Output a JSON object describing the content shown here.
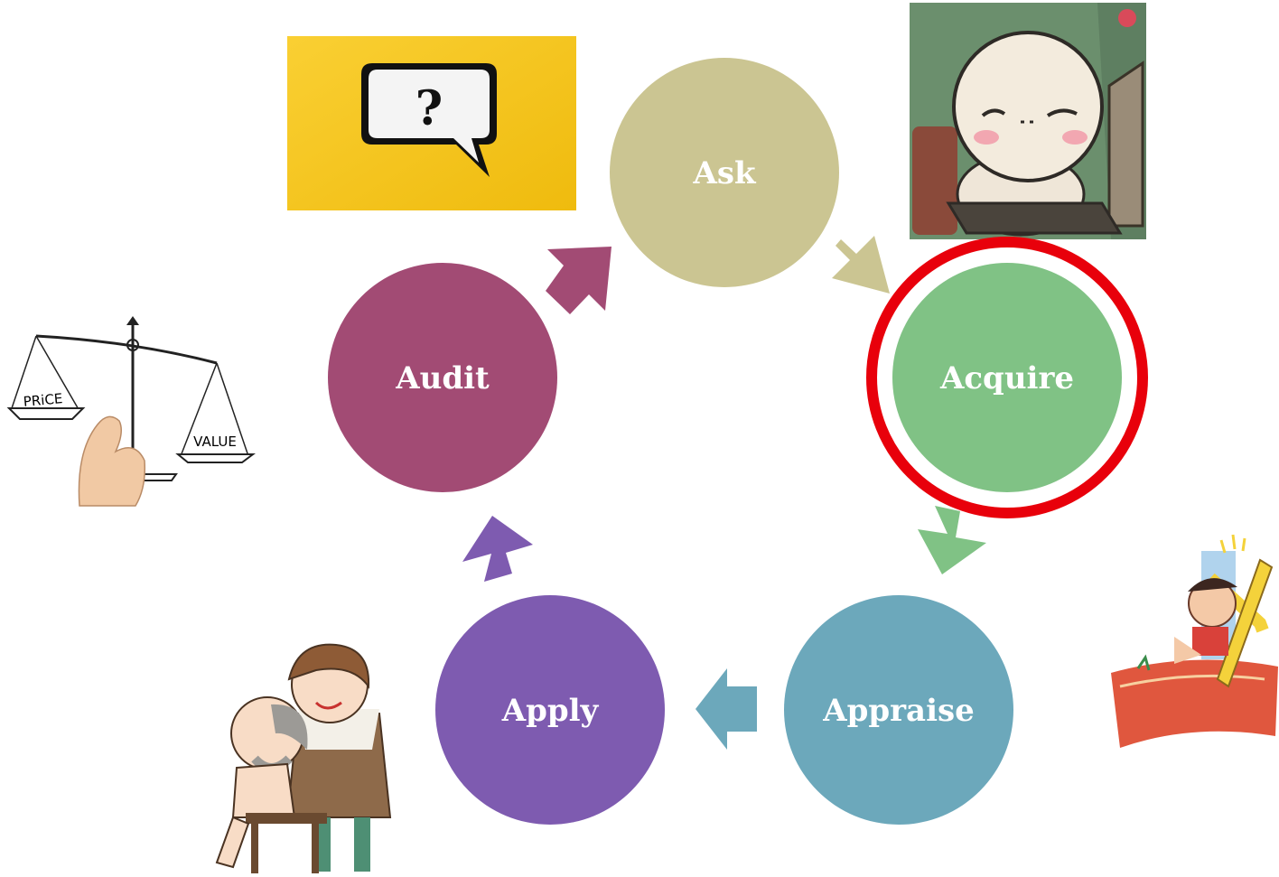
{
  "diagram": {
    "nodes": [
      {
        "id": "ask",
        "label": "Ask",
        "color": "#CBC592"
      },
      {
        "id": "acquire",
        "label": "Acquire",
        "color": "#80C285",
        "highlighted": true
      },
      {
        "id": "appraise",
        "label": "Appraise",
        "color": "#6CA8BB"
      },
      {
        "id": "apply",
        "label": "Apply",
        "color": "#7E5BB0"
      },
      {
        "id": "audit",
        "label": "Audit",
        "color": "#A24B74"
      }
    ],
    "arrows": [
      {
        "from": "ask",
        "to": "acquire",
        "color": "#CBC592"
      },
      {
        "from": "acquire",
        "to": "appraise",
        "color": "#80C285"
      },
      {
        "from": "appraise",
        "to": "apply",
        "color": "#6CA8BB"
      },
      {
        "from": "apply",
        "to": "audit",
        "color": "#7E5BB0"
      },
      {
        "from": "audit",
        "to": "ask",
        "color": "#A24B74"
      }
    ],
    "highlight_color": "#E8000B"
  },
  "images": {
    "question_card": {
      "glyph": "?",
      "background": "#F7C515"
    },
    "scale": {
      "left_pan_text": "PRiCE",
      "right_pan_text": "VALUE"
    }
  }
}
